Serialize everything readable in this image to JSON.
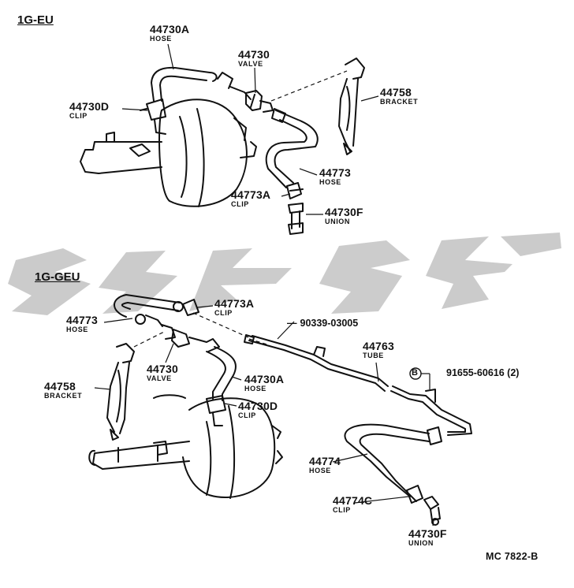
{
  "sections": {
    "top": "1G-EU",
    "bottom": "1G-GEU"
  },
  "top_parts": [
    {
      "number": "44730A",
      "name": "HOSE"
    },
    {
      "number": "44730",
      "name": "VALVE"
    },
    {
      "number": "44758",
      "name": "BRACKET"
    },
    {
      "number": "44730D",
      "name": "CLIP"
    },
    {
      "number": "44773",
      "name": "HOSE"
    },
    {
      "number": "44773A",
      "name": "CLIP"
    },
    {
      "number": "44730F",
      "name": "UNION"
    }
  ],
  "bottom_parts": [
    {
      "number": "44773A",
      "name": "CLIP"
    },
    {
      "number": "44773",
      "name": "HOSE"
    },
    {
      "number": "90339-03005",
      "name": ""
    },
    {
      "number": "44763",
      "name": "TUBE"
    },
    {
      "number": "44730",
      "name": "VALVE"
    },
    {
      "number": "44758",
      "name": "BRACKET"
    },
    {
      "number": "91655-60616 (2)",
      "name": ""
    },
    {
      "number": "44730A",
      "name": "HOSE"
    },
    {
      "number": "44730D",
      "name": "CLIP"
    },
    {
      "number": "44774",
      "name": "HOSE"
    },
    {
      "number": "44774C",
      "name": "CLIP"
    },
    {
      "number": "44730F",
      "name": "UNION"
    }
  ],
  "bolt_marker": "B",
  "reference": "MC 7822-B",
  "colors": {
    "ink": "#111111",
    "watermark": "#c8c8c8"
  }
}
